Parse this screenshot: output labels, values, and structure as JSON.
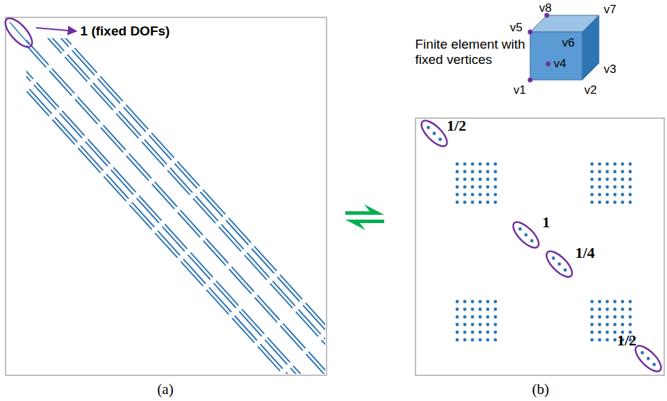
{
  "diagram": {
    "labels": [
      "1 (fixed DOFs)",
      "Finite element with fixed vertices",
      "v8",
      "v7",
      "v5",
      "v6",
      "v4",
      "v3",
      "v1",
      "v2",
      "1/2",
      "1",
      "1/4",
      "1/2",
      "(a)",
      "(b)"
    ]
  }
}
